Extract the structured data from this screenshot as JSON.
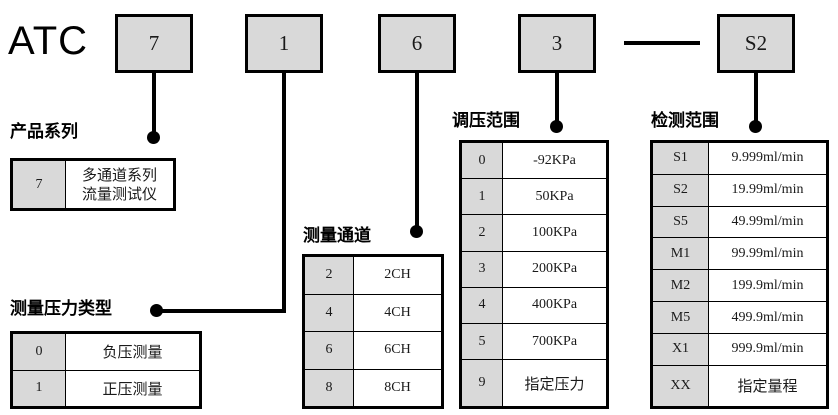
{
  "diagram": {
    "prefix": "ATC",
    "code_boxes": [
      {
        "name": "series",
        "value": "7"
      },
      {
        "name": "pressure-type",
        "value": "1"
      },
      {
        "name": "channel",
        "value": "6"
      },
      {
        "name": "pressure-range",
        "value": "3"
      },
      {
        "name": "detection-range",
        "value": "S2"
      }
    ],
    "separator": "—"
  },
  "sections": {
    "product_series": {
      "caption": "产品系列",
      "rows": [
        {
          "code": "7",
          "desc": "多通道系列\n流量测试仪"
        }
      ]
    },
    "pressure_type": {
      "caption": "测量压力类型",
      "rows": [
        {
          "code": "0",
          "desc": "负压测量"
        },
        {
          "code": "1",
          "desc": "正压测量"
        }
      ]
    },
    "channels": {
      "caption": "测量通道",
      "rows": [
        {
          "code": "2",
          "desc": "2CH"
        },
        {
          "code": "4",
          "desc": "4CH"
        },
        {
          "code": "6",
          "desc": "6CH"
        },
        {
          "code": "8",
          "desc": "8CH"
        }
      ]
    },
    "pressure_range": {
      "caption": "调压范围",
      "rows": [
        {
          "code": "0",
          "desc": "-92KPa"
        },
        {
          "code": "1",
          "desc": "50KPa"
        },
        {
          "code": "2",
          "desc": "100KPa"
        },
        {
          "code": "3",
          "desc": "200KPa"
        },
        {
          "code": "4",
          "desc": "400KPa"
        },
        {
          "code": "5",
          "desc": "700KPa"
        },
        {
          "code": "9",
          "desc": "指定压力"
        }
      ]
    },
    "detection_range": {
      "caption": "检测范围",
      "rows": [
        {
          "code": "S1",
          "desc": "9.999ml/min"
        },
        {
          "code": "S2",
          "desc": "19.99ml/min"
        },
        {
          "code": "S5",
          "desc": "49.99ml/min"
        },
        {
          "code": "M1",
          "desc": "99.99ml/min"
        },
        {
          "code": "M2",
          "desc": "199.9ml/min"
        },
        {
          "code": "M5",
          "desc": "499.9ml/min"
        },
        {
          "code": "X1",
          "desc": "999.9ml/min"
        },
        {
          "code": "XX",
          "desc": "指定量程"
        }
      ]
    }
  },
  "colors": {
    "cell_gray": "#d9d9d9",
    "line": "#000000",
    "background": "#ffffff"
  }
}
